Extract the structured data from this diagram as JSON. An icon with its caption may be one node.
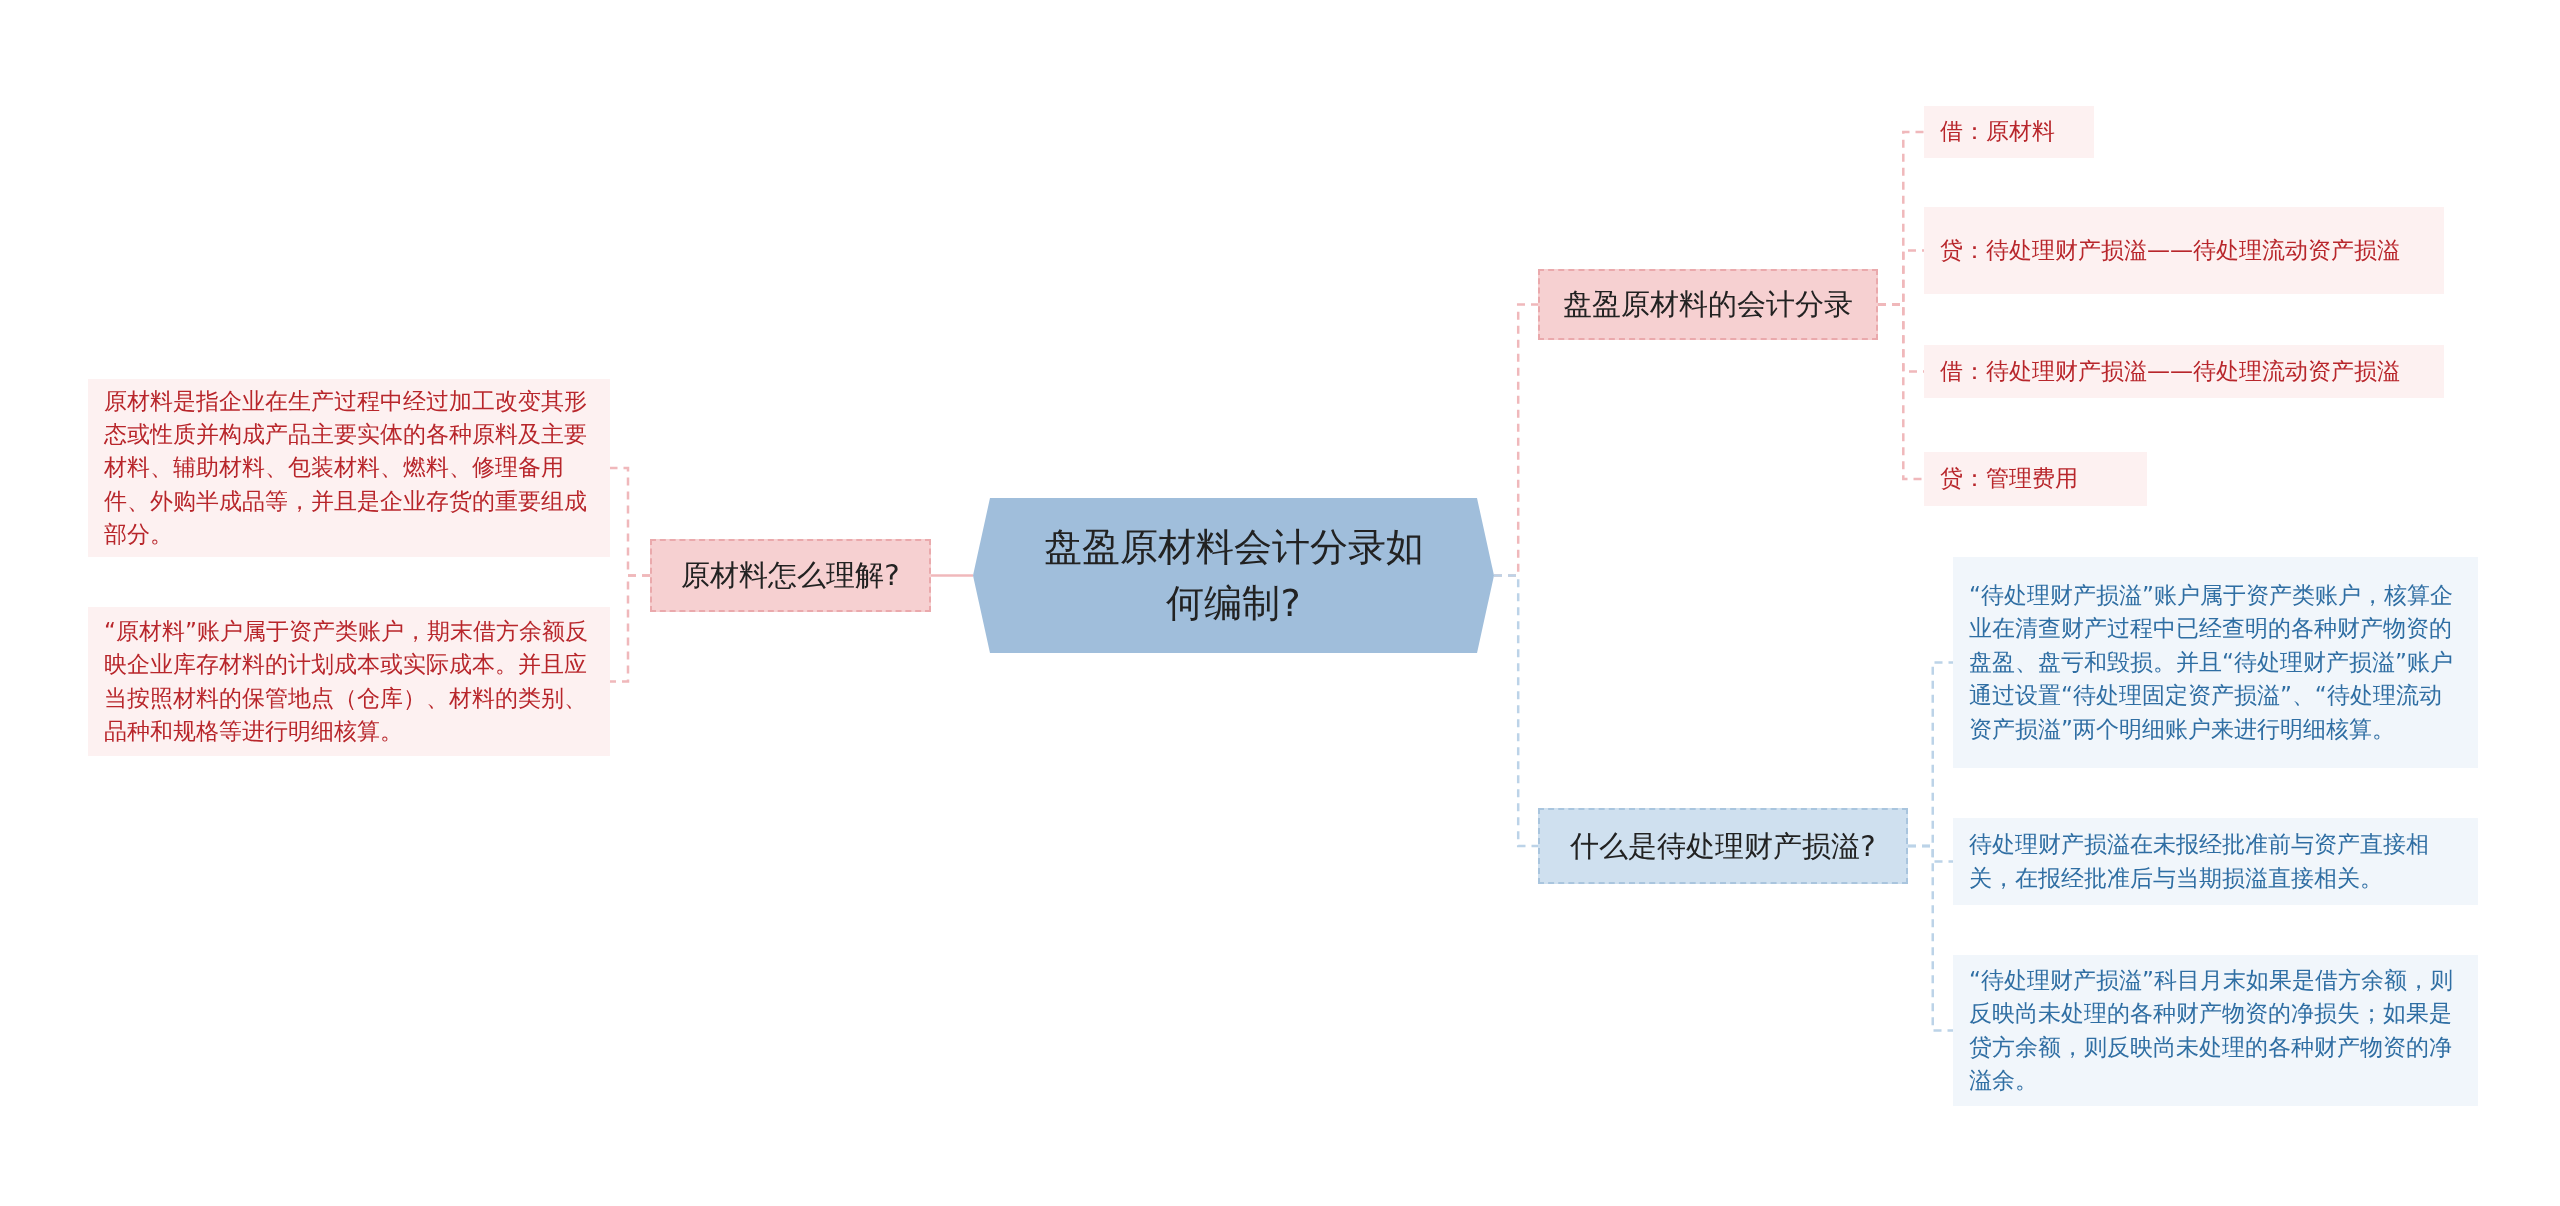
{
  "diagram": {
    "nodes": [
      {
        "text": [
          "盘盈原材料会计分录如何编制?"
        ]
      },
      {
        "text": [
          "原材料怎么理解?"
        ]
      },
      {
        "text": [
          "原材料是指企业在生产过程中经过加工改变其形态或性质并构成产品主要实体的各种原料及主要材料、辅助材料、包装材料、燃料、修理备用件、外购半成品等，并且是企业存货的重要组成部分。"
        ]
      },
      {
        "text": [
          "“原材料”账户属于资产类账户，期末借方余额反映企业库存材料的计划成本或实际成本。并且应当按照材料的保管地点（仓库）、材料的类别、品种和规格等进行明细核算。"
        ]
      },
      {
        "text": [
          "盘盈原材料的会计分录"
        ]
      },
      {
        "text": [
          "借：原材料"
        ]
      },
      {
        "text": [
          "贷：待处理财产损溢——待处理流动资产损溢"
        ]
      },
      {
        "text": [
          "借：待处理财产损溢——待处理流动资产损溢"
        ]
      },
      {
        "text": [
          "贷：管理费用"
        ]
      },
      {
        "text": [
          "什么是待处理财产损溢?"
        ]
      },
      {
        "text": [
          "“待处理财产损溢”账户属于资产类账户，核算企业在清查财产过程中已经查明的各种财产物资的盘盈、盘亏和毁损。并且“待处理财产损溢”账户通过设置“待处理固定资产损溢”、“待处理流动资产损溢”两个明细账户来进行明细核算。"
        ]
      },
      {
        "text": [
          "待处理财产损溢在未报经批准前与资产直接相关，在报经批准后与当期损溢直接相关。"
        ]
      },
      {
        "text": [
          "“待处理财产损溢”科目月末如果是借方余额，则反映尚未处理的各种财产物资的净损失；如果是贷方余额，则反映尚未处理的各种财产物资的净溢余。"
        ]
      }
    ],
    "edges": [
      {
        "from": 0,
        "to": 1,
        "arrow": "none"
      },
      {
        "from": 1,
        "to": 2,
        "arrow": "none",
        "style": "dashed"
      },
      {
        "from": 1,
        "to": 3,
        "arrow": "none",
        "style": "dashed"
      },
      {
        "from": 0,
        "to": 4,
        "arrow": "none",
        "style": "dashed"
      },
      {
        "from": 4,
        "to": 5,
        "arrow": "none",
        "style": "dashed"
      },
      {
        "from": 4,
        "to": 6,
        "arrow": "none",
        "style": "dashed"
      },
      {
        "from": 4,
        "to": 7,
        "arrow": "none",
        "style": "dashed"
      },
      {
        "from": 4,
        "to": 8,
        "arrow": "none",
        "style": "dashed"
      },
      {
        "from": 0,
        "to": 9,
        "arrow": "none",
        "style": "dashed",
        "color": "#bcd3e8"
      },
      {
        "from": 9,
        "to": 10,
        "arrow": "none",
        "style": "dashed",
        "color": "#bcd3e8"
      },
      {
        "from": 9,
        "to": 11,
        "arrow": "none",
        "style": "dashed",
        "color": "#bcd3e8"
      },
      {
        "from": 9,
        "to": 12,
        "arrow": "none",
        "style": "dashed",
        "color": "#bcd3e8"
      }
    ]
  }
}
